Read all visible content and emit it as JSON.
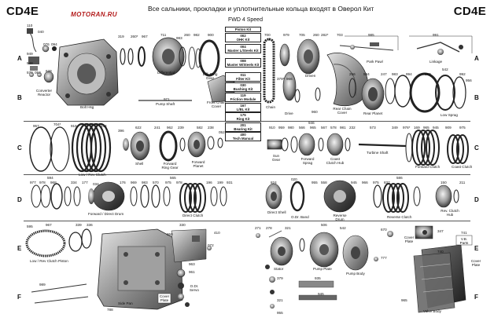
{
  "header": {
    "model_left": "CD4E",
    "model_right": "CD4E",
    "title": "Все сальники, прокладки и уплотнительные кольца входят в Оверол Кит",
    "logo": "MOTORAN.RU",
    "subtitle": "FWD 4 Speed"
  },
  "row_letters": [
    "A",
    "B",
    "C",
    "D",
    "E",
    "F"
  ],
  "kits": [
    {
      "num": "",
      "label": "Piston Kit"
    },
    {
      "num": "002",
      "label": "OHK Kit"
    },
    {
      "num": "004",
      "label": "Master L/Steels Kit"
    },
    {
      "num": "008",
      "label": "Master W/Steels Kit"
    },
    {
      "num": "011",
      "label": "Filter Kit"
    },
    {
      "num": "030",
      "label": "Bushing Kit"
    },
    {
      "num": "119",
      "label": "Friction Module"
    },
    {
      "num": "167",
      "label": "L/BL Kit"
    },
    {
      "num": "175",
      "label": "Ring Kit"
    },
    {
      "num": "201",
      "label": "Bearing Kit"
    },
    {
      "num": "400",
      "label": "Tech Manual"
    }
  ],
  "part_labels": {
    "bolt_hsg": "Bolt Hsg",
    "converter_reactor": "Converter Reactor",
    "differential": "Differential",
    "pump_shaft": "Pump Shaft",
    "diff_ring_gear": "Diff. Ring Gear",
    "front_chain_cover": "Front Chain Cover",
    "chain": "Chain",
    "drive": "Drive",
    "driven": "Driven",
    "rear_chain_cover": "Rear Chain Cover",
    "park_pawl": "Park Pawl",
    "linkage": "Linkage",
    "rear_planet": "Rear Planet",
    "low_sprag": "Low Sprag",
    "low_rev_clutch": "Low / Rev Clutch",
    "shell": "Shell",
    "forward_ring_gear": "Forward Ring Gear",
    "forward_planet": "Forward Planet",
    "sun_gear": "Sun Gear",
    "forward_sprag": "Forward Sprag",
    "coast_clutch_hub": "Coast Clutch Hub",
    "turbine_shaft": "Turbine Shaft",
    "forward_clutch": "Forward Clutch",
    "coast_clutch": "Coast Clutch",
    "forward_direct_drum": "Forward / Direct Drum",
    "direct_clutch": "Direct Clutch",
    "direct_shell": "Direct Shell",
    "od_band": "O.Dr. Band",
    "reverse_drum": "Reverse Drum",
    "reverse_clutch": "Reverse Clutch",
    "rev_clutch_hub": "Rev. Clutch Hub",
    "low_rev_clutch_piston": "Low / Rev Clutch Piston",
    "side_pan": "Side Pan",
    "od_servo": "O.Dr. Servo",
    "stator": "Stator",
    "pump_plate": "Pump Plate",
    "pump_body": "Pump Body",
    "valve_body": "Valve Body",
    "vb_parts": "V.B. Parts",
    "cover_plate_1": "Cover Plate",
    "cover_plate_2": "Cover Plate",
    "cover_plate_3": "Cover Plate"
  },
  "part_numbers": {
    "a_110": "110",
    "a_040": "040",
    "a_076": "076",
    "a_094": "094",
    "a_949": "949",
    "a_948": "948",
    "a_570": "570",
    "a_053": "053",
    "a_629": "629",
    "a_319": "319",
    "a_260": "260*",
    "a_967": "967",
    "a_711": "711",
    "a_983": "983",
    "a_260b": "260",
    "a_982": "982",
    "a_900": "900",
    "a_971": "971",
    "a_700": "700",
    "a_979": "979",
    "a_705": "705",
    "a_260c": "260",
    "a_282": "282*",
    "a_703": "703",
    "a_379": "379*",
    "a_966": "966",
    "a_960": "960",
    "a_985": "985",
    "a_991": "991",
    "b_256": "256",
    "b_584": "584",
    "b_247": "247",
    "b_983": "983",
    "b_994": "994",
    "b_993": "993",
    "b_542": "542",
    "b_992": "992",
    "b_956": "956",
    "c_957": "957",
    "c_704": "704*",
    "c_916": "916",
    "c_134": "134",
    "c_396": "396",
    "c_622": "622",
    "c_241": "241",
    "c_962": "962",
    "c_239": "239",
    "c_582": "582",
    "c_238": "238",
    "c_052": "052",
    "c_910": "910",
    "c_959": "959",
    "c_980": "980",
    "c_566": "566",
    "c_965": "965",
    "c_567": "567",
    "c_578": "578",
    "c_981": "981",
    "c_232": "232",
    "c_946": "946",
    "c_573": "573",
    "c_349": "349",
    "c_976": "976*",
    "c_169": "169",
    "c_965b": "965",
    "c_945": "945",
    "c_909": "909",
    "c_975": "975",
    "d_594": "594",
    "d_977": "977",
    "d_978": "978",
    "d_968": "968",
    "d_334": "334",
    "d_177": "177",
    "d_034": "034",
    "d_176": "176",
    "d_969": "969",
    "d_983": "983",
    "d_570": "570",
    "d_975": "975",
    "d_978b": "978",
    "d_565": "565",
    "d_196": "196",
    "d_199": "199",
    "d_931": "931",
    "d_824": "824",
    "d_020": "020",
    "d_955": "955",
    "d_558": "558",
    "d_945": "945",
    "d_966": "966",
    "d_975b": "975",
    "d_837": "837",
    "d_586": "586",
    "d_150": "150",
    "d_211": "211",
    "e_595": "595",
    "e_967": "967",
    "e_339": "339",
    "e_336": "336",
    "e_271": "271",
    "e_278": "278",
    "e_321": "321",
    "e_506": "506",
    "e_542": "542",
    "e_670": "670",
    "e_347": "347",
    "e_741": "741",
    "e_740": "740",
    "e_777": "777",
    "e_963": "963",
    "e_961": "961",
    "e_072": "072",
    "e_410": "410",
    "e_330": "330",
    "e_950": "950",
    "f_989": "989",
    "f_788": "788",
    "f_379": "379",
    "f_935": "935",
    "f_945": "945",
    "f_321": "321",
    "f_965": "965",
    "f_955": "955"
  }
}
